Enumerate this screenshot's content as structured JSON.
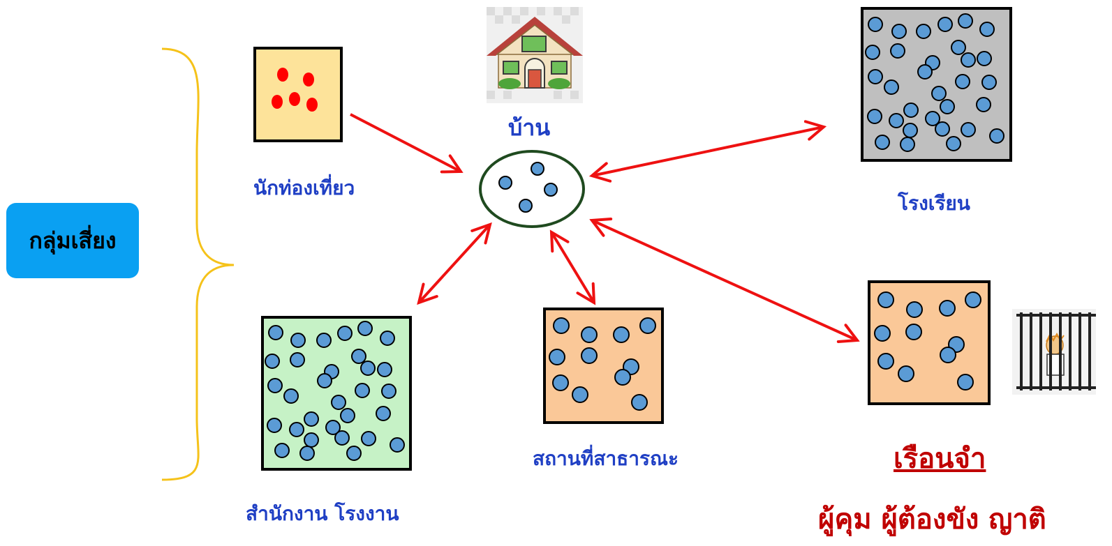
{
  "labels": {
    "risk_group": "กลุ่มเสี่ยง",
    "home": "บ้าน",
    "tourist": "นักท่องเที่ยว",
    "school": "โรงเรียน",
    "office_factory": "สำนักงาน โรงงาน",
    "public_place": "สถานที่สาธารณะ",
    "prison": "เรือนจำ",
    "prison_people": "ผู้คุม ผู้ต้องขัง ญาติ"
  },
  "icons": {
    "home": "house-icon",
    "prison": "jail-icon"
  },
  "colors": {
    "arrow": "#ee1111",
    "label_blue": "#1f3fc4",
    "label_red": "#c00000",
    "risk_box": "#0aa0f2",
    "brace": "#f5c21a",
    "dot_blue": "#5b9bd5",
    "dot_red": "#ff0000",
    "tourist_fill": "#fde39a",
    "school_fill": "#bfbfbf",
    "office_fill": "#c6f2c6",
    "public_fill": "#fac898",
    "prison_fill": "#fac898",
    "home_ring": "#1f4a1f"
  }
}
